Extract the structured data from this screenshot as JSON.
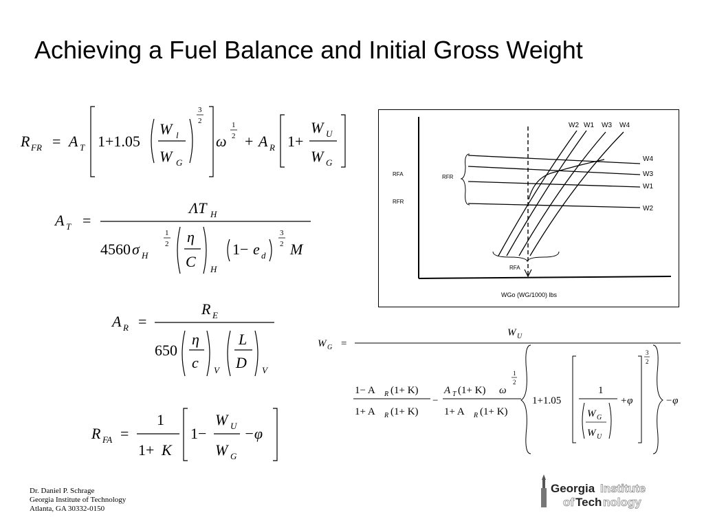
{
  "slide": {
    "title": "Achieving a Fuel Balance and Initial Gross Weight"
  },
  "equations": {
    "rfr": {
      "lhs": "R",
      "lhs_sub": "FR",
      "eq": "=",
      "at": "A",
      "at_sub": "T",
      "one_plus": "1+1.05",
      "wl": "W",
      "wl_sub": "l",
      "wg": "W",
      "wg_sub": "G",
      "exp3": "3",
      "exp2": "2",
      "omega": "ω",
      "omexp1": "1",
      "omexp2": "2",
      "plus": "+",
      "ar": "A",
      "ar_sub": "R",
      "one2": "1+",
      "wu": "W",
      "wu_sub": "U",
      "wg2": "W",
      "wg2_sub": "G"
    },
    "at": {
      "lhs": "A",
      "lhs_sub": "T",
      "eq": "=",
      "num": "ΛT",
      "num_sub": "H",
      "c4560": "4560",
      "sigma": "σ",
      "sigma_sub": "H",
      "e1": "1",
      "e2": "2",
      "eta": "η",
      "c": "C",
      "h_sub": "H",
      "one_minus": "1−",
      "ed": "e",
      "ed_sub": "d",
      "x3": "3",
      "x2": "2",
      "m": "M"
    },
    "ar": {
      "lhs": "A",
      "lhs_sub": "R",
      "eq": "=",
      "num": "R",
      "num_sub": "E",
      "c650": "650",
      "eta": "η",
      "c": "c",
      "v1": "V",
      "l": "L",
      "d": "D",
      "v2": "V"
    },
    "rfa": {
      "lhs": "R",
      "lhs_sub": "FA",
      "eq": "=",
      "one": "1",
      "one_k": "1+",
      "k": "K",
      "one_minus": "1−",
      "wu": "W",
      "wu_sub": "U",
      "wg": "W",
      "wg_sub": "G",
      "minus_phi": "−φ"
    },
    "wg": {
      "lhs": "W",
      "lhs_sub": "G",
      "eq": "=",
      "num": "W",
      "num_sub": "U",
      "f1_num": "1− A",
      "f1_den": "1+ A",
      "r_sub": "R",
      "paren_1k": "(1+ K)",
      "minus": "−",
      "f2_num_a": "A",
      "t_sub": "T",
      "omega": "ω",
      "half1": "1",
      "half2": "2",
      "f2_den": "1+ A",
      "brace_l": "{",
      "one105": "1+1.05",
      "one": "1",
      "wg_in": "W",
      "g_sub": "G",
      "wu_in": "W",
      "u_sub": "U",
      "plus_phi": "+φ",
      "e3": "3",
      "e2": "2",
      "brace_r": "}",
      "minus_phi": "−φ"
    }
  },
  "chart": {
    "w_labels_top": [
      "W2",
      "W1",
      "W3",
      "W4"
    ],
    "w_labels_right": [
      "W4",
      "W3",
      "W1",
      "W2"
    ],
    "rfa_label": "RFA",
    "rfr_label": "RFR",
    "rfr_brace_label": "RFR",
    "rfa_bottom_label": "RFA",
    "xaxis_label": "WGo (WG/1000) lbs"
  },
  "footer": {
    "line1": "Dr. Daniel P. Schrage",
    "line2": "Georgia Institute of Technology",
    "line3": "Atlanta, GA  30332-0150"
  },
  "logo": {
    "word1": "Georgia",
    "word2": "Institute",
    "word3": "of",
    "word4": "Tech",
    "word5": "nology"
  }
}
